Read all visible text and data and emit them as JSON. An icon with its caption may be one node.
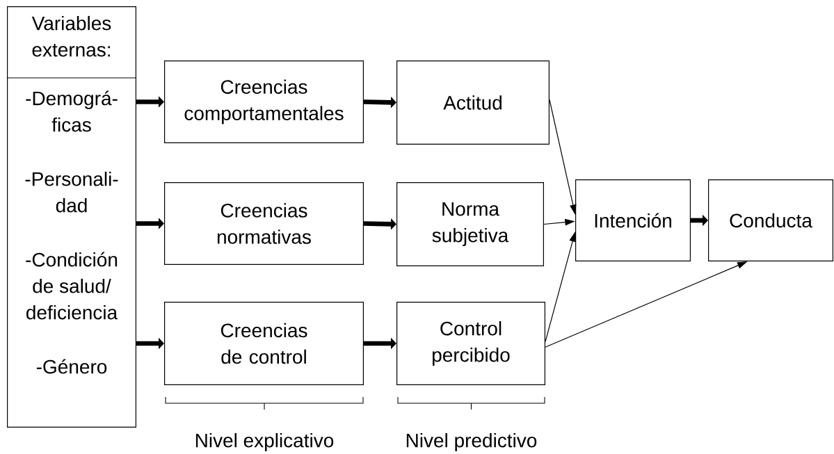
{
  "diagram": {
    "nodes": [
      {
        "text": [
          "Variables externas:",
          "-Demográ- ficas",
          "-Personali- dad",
          "-Condición de salud/ deficiencia",
          "-Género"
        ]
      },
      {
        "text": [
          "Creencias comportamentales"
        ]
      },
      {
        "text": [
          "Actitud"
        ]
      },
      {
        "text": [
          "Creencias normativas"
        ]
      },
      {
        "text": [
          "Norma subjetiva"
        ]
      },
      {
        "text": [
          "Creencias de control"
        ]
      },
      {
        "text": [
          "Control percibido"
        ]
      },
      {
        "text": [
          "Intención"
        ]
      },
      {
        "text": [
          "Conducta"
        ]
      }
    ],
    "edges": [
      {
        "from": 0,
        "to": 1,
        "arrow": "to"
      },
      {
        "from": 1,
        "to": 2,
        "arrow": "to"
      },
      {
        "from": 0,
        "to": 3,
        "arrow": "to"
      },
      {
        "from": 3,
        "to": 4,
        "arrow": "to"
      },
      {
        "from": 0,
        "to": 5,
        "arrow": "to"
      },
      {
        "from": 5,
        "to": 6,
        "arrow": "to"
      },
      {
        "from": 2,
        "to": 7,
        "arrow": "to"
      },
      {
        "from": 4,
        "to": 7,
        "arrow": "to"
      },
      {
        "from": 6,
        "to": 7,
        "arrow": "to"
      },
      {
        "from": 6,
        "to": 8,
        "arrow": "to"
      },
      {
        "from": 7,
        "to": 8,
        "arrow": "to"
      }
    ],
    "labels": [
      "Nivel explicativo",
      "Nivel predictivo"
    ]
  }
}
